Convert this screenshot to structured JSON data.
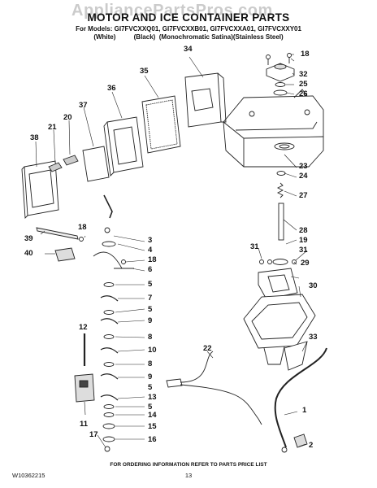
{
  "header": {
    "watermark": "AppliancePartsPros.com",
    "title": "MOTOR AND ICE CONTAINER PARTS",
    "models": "For Models: GI7FVCXXQ01, GI7FVCXXB01, GI7FVCXXA01, GI7FVCXXY01",
    "colors": "(White)          (Black)  (Monochromatic Satina)(Stainless Steel)"
  },
  "callouts": [
    "1",
    "2",
    "3",
    "4",
    "5",
    "5",
    "5",
    "5",
    "5",
    "6",
    "7",
    "8",
    "8",
    "9",
    "9",
    "10",
    "11",
    "12",
    "13",
    "14",
    "15",
    "16",
    "17",
    "18",
    "18",
    "18",
    "19",
    "20",
    "21",
    "22",
    "23",
    "24",
    "25",
    "26",
    "27",
    "28",
    "29",
    "30",
    "31",
    "31",
    "32",
    "33",
    "34",
    "35",
    "36",
    "37",
    "38",
    "39",
    "40"
  ],
  "footer": {
    "note": "FOR ORDERING INFORMATION REFER TO PARTS PRICE LIST",
    "doc_number": "W10362215",
    "page_number": "13"
  }
}
